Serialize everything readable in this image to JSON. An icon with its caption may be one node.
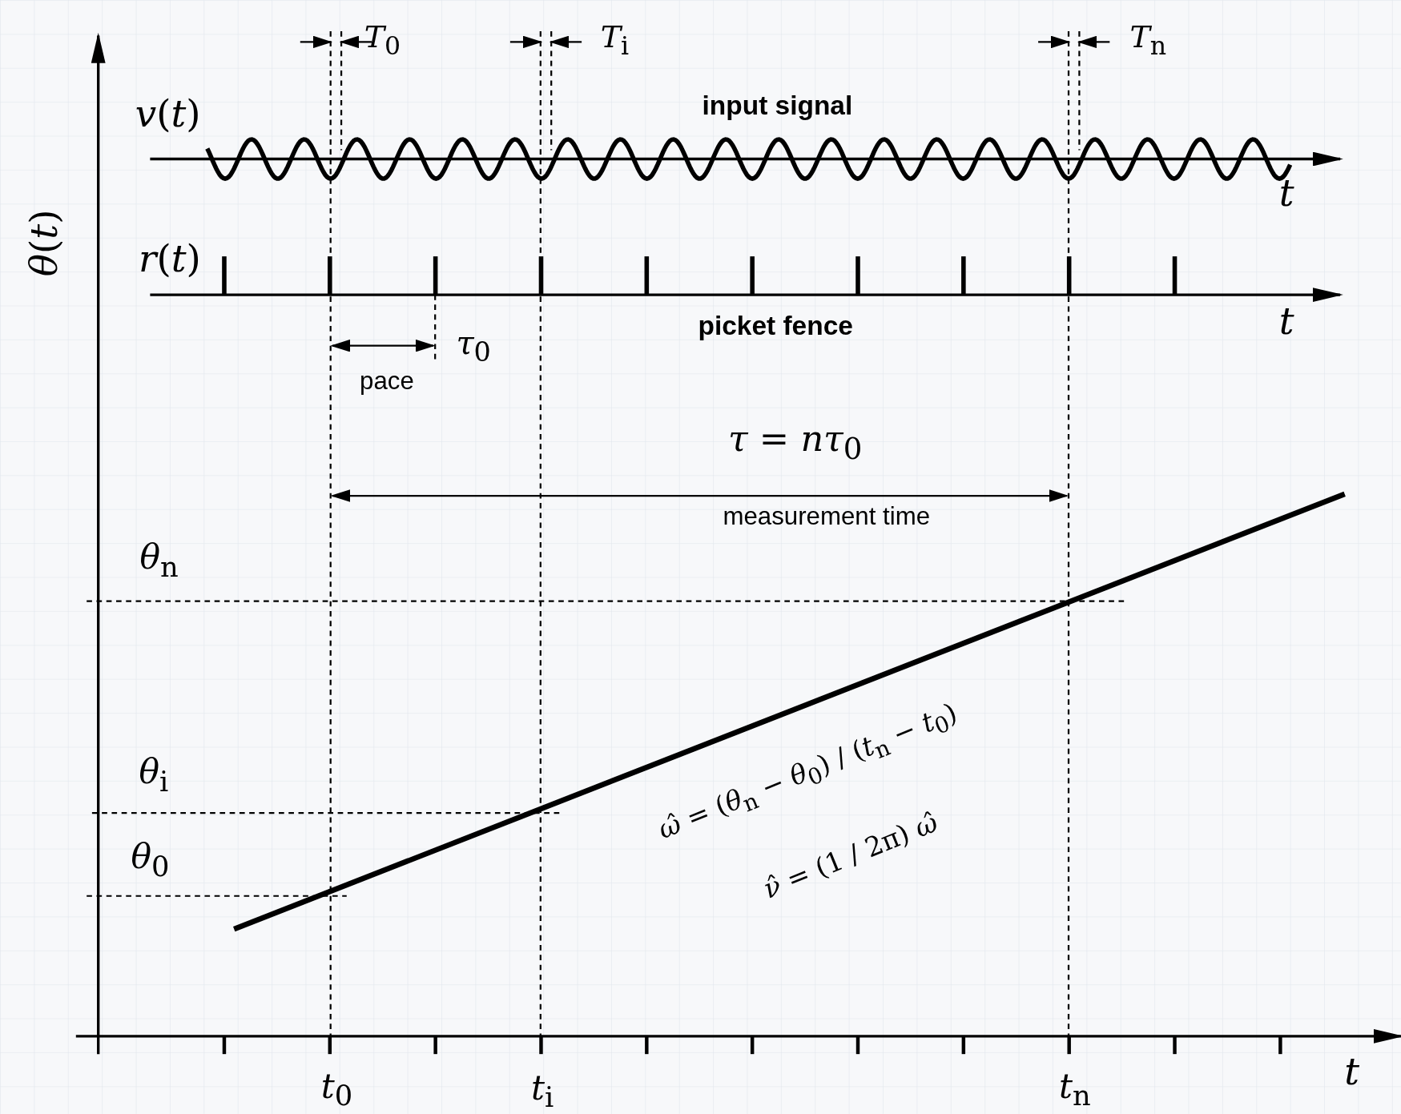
{
  "diagram": {
    "labels": [
      "*T*$_{0}$",
      "*T*$_{i}$",
      "*T*$_{n}$",
      "*v*(*t*)",
      "input signal",
      "t",
      "*θ*(*t*)",
      "*r*(*t*)",
      "picket fence",
      "t",
      "*τ*$_{0}$",
      "pace",
      "*τ* = *nτ*$_{0}$",
      "measurement time",
      "*θ*$_{n}$",
      "*θ*$_{i}$",
      "*θ*$_{0}$",
      "*ω̂* = (*θ*$_{n}$ − *θ*$_{0}$) / (*t*$_{n}$ − *t*$_{0}$)",
      "*ν̂* = (1 / 2π) *ω̂*",
      "*t*$_{0}$",
      "*t*$_{i}$",
      "*t*$_{n}$",
      "t"
    ]
  }
}
